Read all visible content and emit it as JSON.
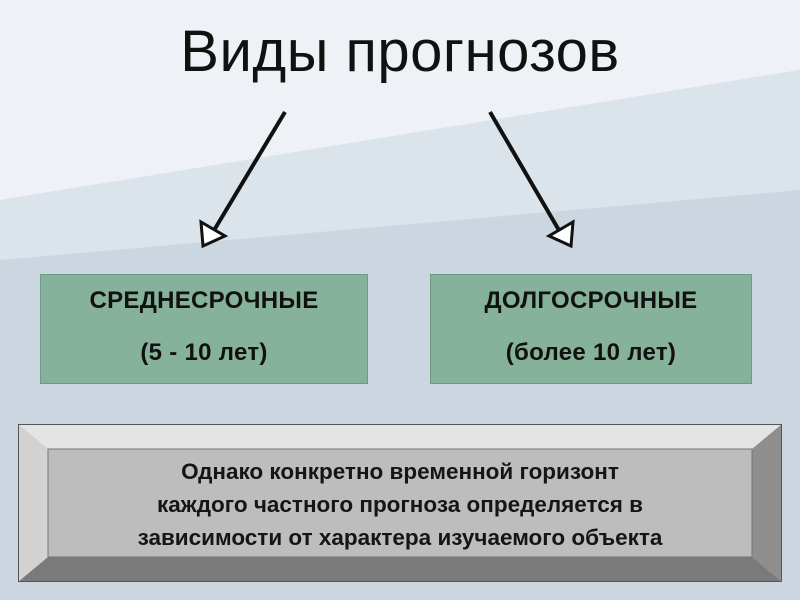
{
  "title": "Виды прогнозов",
  "branches": [
    {
      "name": "СРЕДНЕСРОЧНЫЕ",
      "period": "(5 - 10 лет)"
    },
    {
      "name": "ДОЛГОСРОЧНЫЕ",
      "period": "(более 10 лет)"
    }
  ],
  "note": {
    "lines": [
      "Однако конкретно временной горизонт",
      "каждого частного прогноза определяется в",
      "зависимости от характера изучаемого объекта"
    ]
  },
  "colors": {
    "background": "#c9d4de",
    "box_fill": "#86b29c",
    "note_fill": "#bdbdbd",
    "arrow": "#111111"
  }
}
